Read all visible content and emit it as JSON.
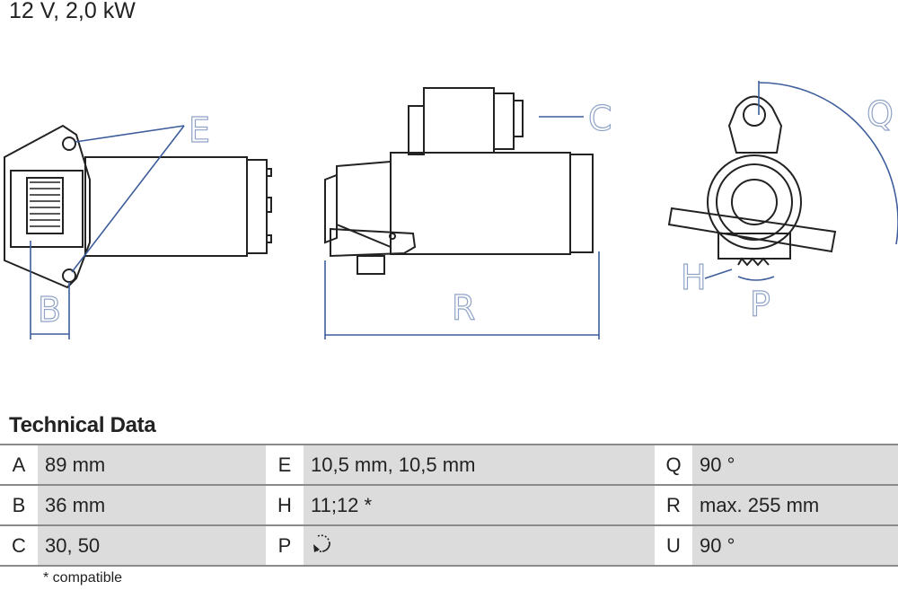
{
  "title": "12 V, 2,0 kW",
  "diagram": {
    "labels": [
      "E",
      "C",
      "Q",
      "B",
      "R",
      "H",
      "P"
    ],
    "line_color": "#3d5d9b"
  },
  "section_title": "Technical Data",
  "table": [
    [
      {
        "k": "A",
        "v": "89 mm"
      },
      {
        "k": "E",
        "v": "10,5 mm, 10,5 mm"
      },
      {
        "k": "Q",
        "v": "90 °"
      }
    ],
    [
      {
        "k": "B",
        "v": "36 mm"
      },
      {
        "k": "H",
        "v": "11;12 *"
      },
      {
        "k": "R",
        "v": "max. 255 mm"
      }
    ],
    [
      {
        "k": "C",
        "v": "30, 50"
      },
      {
        "k": "P",
        "v": "rotation-counterclockwise-icon"
      },
      {
        "k": "U",
        "v": "90 °"
      }
    ]
  ],
  "footnote": "* compatible"
}
